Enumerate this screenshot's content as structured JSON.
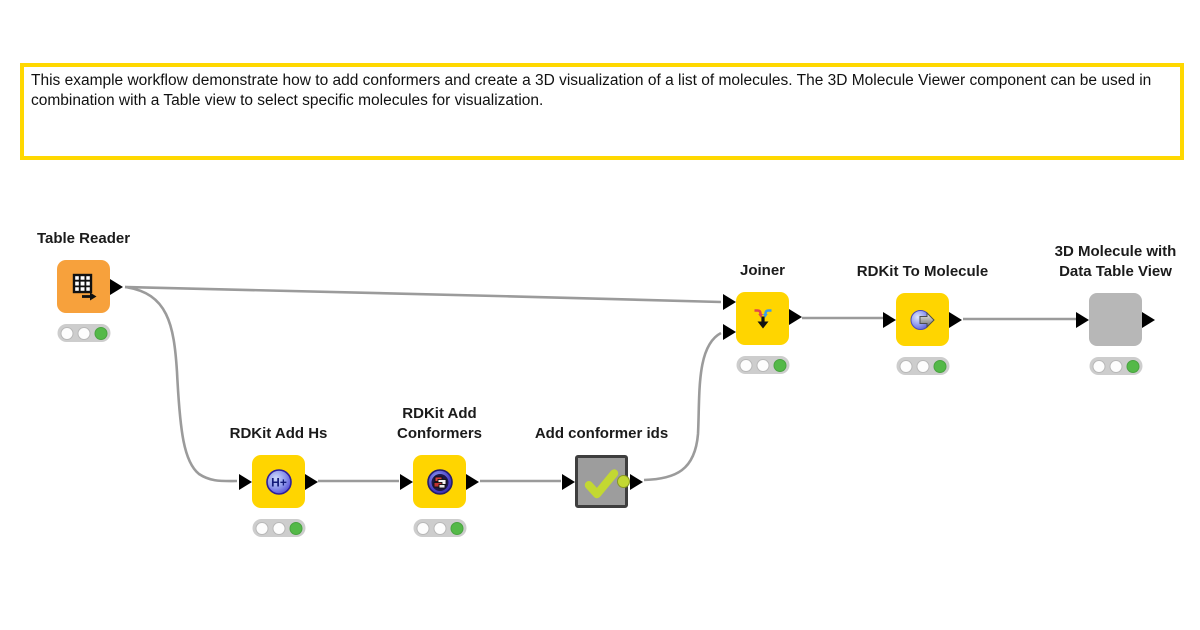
{
  "app": "KNIME workflow canvas",
  "annotation": {
    "text": "This example workflow demonstrate how to add conformers and create a 3D visualization of a list of molecules. The 3D Molecule Viewer component can be used in combination with a Table view to select specific molecules for visualization.",
    "border_color": "#FFD800"
  },
  "nodes": [
    {
      "id": "table-reader",
      "label": "Table Reader",
      "type": "reader",
      "color": "#F7A13C",
      "icon": "table-grid-arrow-icon",
      "traffic_light": [
        "off",
        "off",
        "on"
      ]
    },
    {
      "id": "rdkit-add-hs",
      "label": "RDKit Add Hs",
      "type": "manipulator",
      "color": "#FFD500",
      "icon": "h-plus-sphere-icon",
      "traffic_light": [
        "off",
        "off",
        "on"
      ]
    },
    {
      "id": "rdkit-add-conformers",
      "label": "RDKit Add\nConformers",
      "type": "manipulator",
      "color": "#FFD500",
      "icon": "conformers-sphere-icon",
      "traffic_light": [
        "off",
        "off",
        "on"
      ]
    },
    {
      "id": "add-conformer-ids",
      "label": "Add conformer ids",
      "type": "metanode",
      "color": "#9D9D9D",
      "icon": "checkmark-icon",
      "traffic_light": []
    },
    {
      "id": "joiner",
      "label": "Joiner",
      "type": "manipulator",
      "color": "#FFD500",
      "icon": "join-arrows-icon",
      "traffic_light": [
        "off",
        "off",
        "on"
      ]
    },
    {
      "id": "rdkit-to-molecule",
      "label": "RDKit To Molecule",
      "type": "manipulator",
      "color": "#FFD500",
      "icon": "sphere-arrow-right-icon",
      "traffic_light": [
        "off",
        "off",
        "on"
      ]
    },
    {
      "id": "3d-molecule-with-data-table-view",
      "label": "3D Molecule with\nData Table View",
      "type": "component",
      "color": "#B7B7B7",
      "icon": "none",
      "traffic_light": [
        "off",
        "off",
        "on"
      ]
    }
  ],
  "edges": [
    {
      "from": "table-reader",
      "to": "joiner",
      "to_port": "top"
    },
    {
      "from": "table-reader",
      "to": "rdkit-add-hs"
    },
    {
      "from": "rdkit-add-hs",
      "to": "rdkit-add-conformers"
    },
    {
      "from": "rdkit-add-conformers",
      "to": "add-conformer-ids"
    },
    {
      "from": "add-conformer-ids",
      "to": "joiner",
      "to_port": "bottom"
    },
    {
      "from": "joiner",
      "to": "rdkit-to-molecule"
    },
    {
      "from": "rdkit-to-molecule",
      "to": "3d-molecule-with-data-table-view"
    }
  ],
  "colors": {
    "node_yellow": "#FFD500",
    "node_orange": "#F7A13C",
    "metanode_gray": "#9D9D9D",
    "component_gray": "#B7B7B7",
    "executed_green": "#54B948",
    "wire_gray": "#9B9B9B",
    "check_green": "#C3D832",
    "annotation_border": "#FFD800"
  }
}
